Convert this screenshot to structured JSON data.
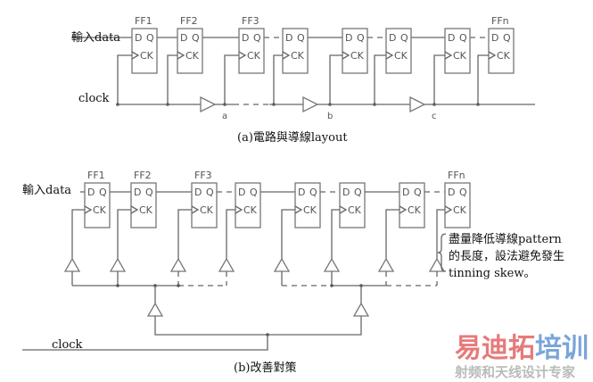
{
  "top": {
    "ff_labels": [
      "FF1",
      "FF2",
      "FF3",
      "FFn"
    ],
    "pins": {
      "d": "D",
      "q": "Q",
      "ck": "CK"
    },
    "data_label": "輸入data",
    "clock_label": "clock",
    "nodes": [
      "a",
      "b",
      "c"
    ],
    "caption": "(a)電路與導線layout"
  },
  "bottom": {
    "ff_labels": [
      "FF1",
      "FF2",
      "FF3",
      "FFn"
    ],
    "data_label": "輸入data",
    "clock_label": "clock",
    "note": [
      "盡量降低導線pattern",
      "的長度，設法避免發生",
      "tinning skew。"
    ],
    "caption": "(b)改善對策"
  },
  "watermark": {
    "title_a": "易迪拓",
    "title_b": "培训",
    "subtitle": "射频和天线设计专家",
    "color_a": "#e05a5a",
    "color_b": "#5a8fd0"
  }
}
